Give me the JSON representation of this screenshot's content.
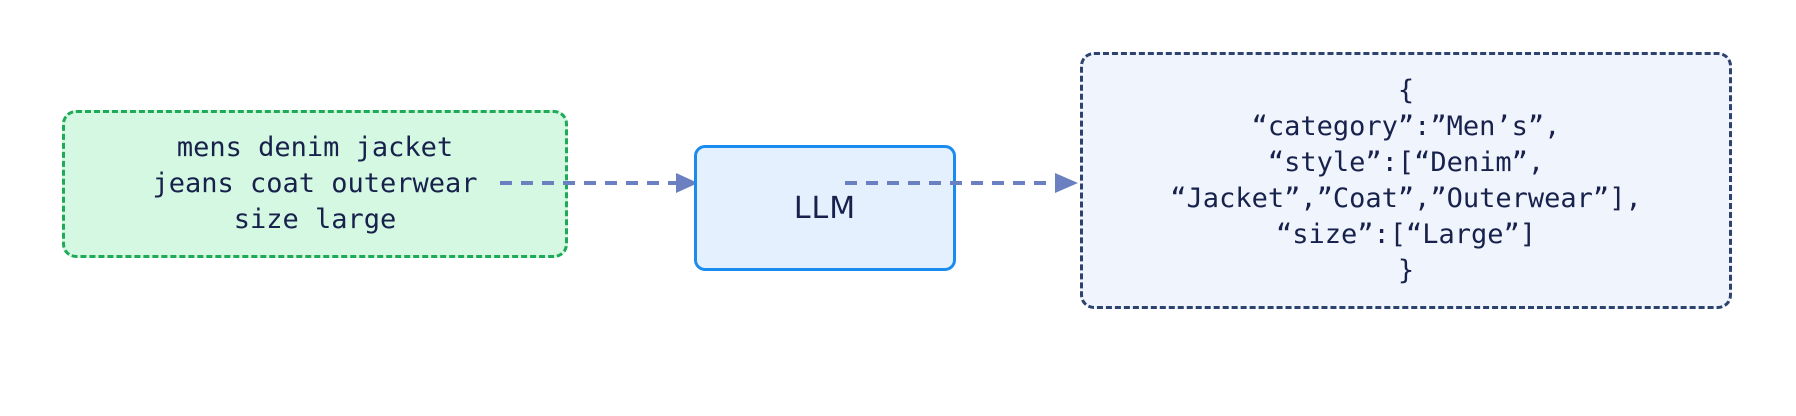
{
  "diagram": {
    "title": "LLM query structuring flow",
    "background_color": "#ffffff",
    "nodes": {
      "input": {
        "id": "input-query",
        "label": "mens denim jacket\njeans coat outerwear\nsize large",
        "lines": [
          "mens denim jacket",
          "jeans coat outerwear",
          "size large"
        ],
        "shape": "rounded-rect",
        "border_style": "dashed",
        "border_color": "#1faa57",
        "fill_color": "#d4f8e1",
        "text_color": "#17214c"
      },
      "processor": {
        "id": "llm",
        "label": "LLM",
        "shape": "rounded-rect",
        "border_style": "solid",
        "border_color": "#1a8cf0",
        "fill_color": "#e4f0fd",
        "text_color": "#17214c"
      },
      "output": {
        "id": "structured-json",
        "label": "{\n“category”:”Men’s”,\n“style”:[“Denim”,\n“Jacket”,”Coat”,”Outerwear”],\n“size”:[“Large”]\n}",
        "lines": [
          "{",
          "“category”:”Men’s”,",
          "“style”:[“Denim”,",
          "“Jacket”,”Coat”,”Outerwear”],",
          "“size”:[“Large”]",
          "}"
        ],
        "parsed": {
          "category": "Men’s",
          "style": [
            "Denim",
            "Jacket",
            "Coat",
            "Outerwear"
          ],
          "size": [
            "Large"
          ]
        },
        "shape": "rounded-rect",
        "border_style": "dashed",
        "border_color": "#2e4270",
        "fill_color": "#eff4fd",
        "text_color": "#17214c"
      }
    },
    "edges": [
      {
        "id": "input-to-llm",
        "from": "input-query",
        "to": "llm",
        "label": "",
        "style": "dashed",
        "color": "#6a80c0",
        "arrowhead": "triangle"
      },
      {
        "id": "llm-to-output",
        "from": "llm",
        "to": "structured-json",
        "label": "",
        "style": "dashed",
        "color": "#6a80c0",
        "arrowhead": "triangle"
      }
    ]
  }
}
